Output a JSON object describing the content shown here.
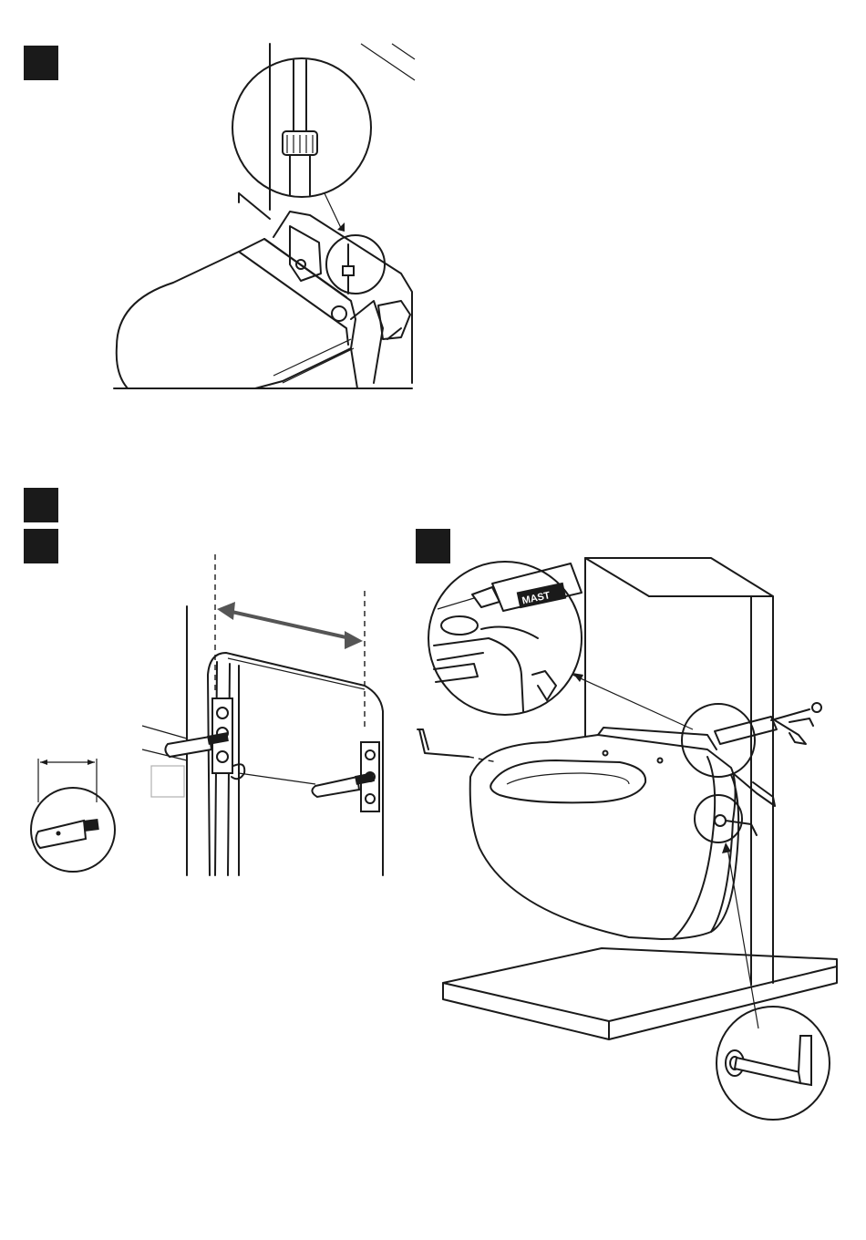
{
  "steps": [
    {
      "id": "step-a",
      "label": ""
    },
    {
      "id": "step-b",
      "label": ""
    },
    {
      "id": "step-c",
      "label": ""
    },
    {
      "id": "step-d",
      "label": ""
    }
  ],
  "figures": {
    "water_connection": {
      "icon": "water-pipe-connection-icon"
    },
    "bolt_spacing": {
      "icon": "mounting-bolt-spacing-icon"
    },
    "toilet_mounting": {
      "icon": "wall-hung-toilet-mounting-icon",
      "cartridge_text": "MAST"
    }
  },
  "colors": {
    "ink": "#1a1a1a",
    "paper": "#ffffff"
  }
}
